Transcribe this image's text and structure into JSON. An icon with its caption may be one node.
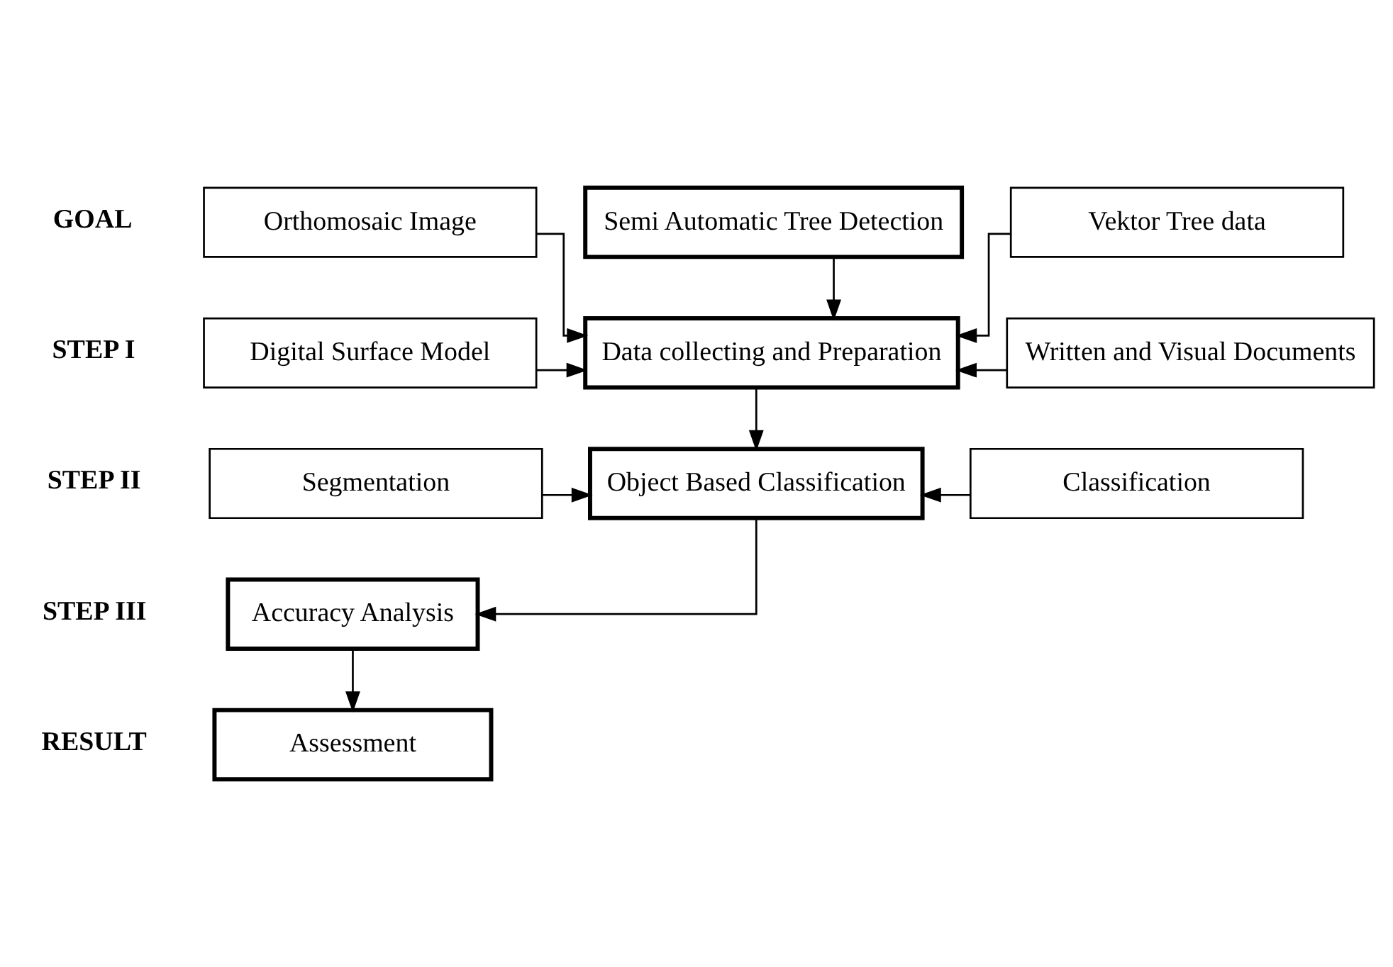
{
  "diagram": {
    "nodes": [
      {
        "text": [
          "Semi Automatic Tree Detection"
        ]
      },
      {
        "text": [
          "Orthomosaic Image"
        ]
      },
      {
        "text": [
          "Digital Surface Model"
        ]
      },
      {
        "text": [
          "Data collecting and Preparation"
        ]
      },
      {
        "text": [
          "Vektor Tree data"
        ]
      },
      {
        "text": [
          "Written and Visual Documents"
        ]
      },
      {
        "text": [
          "Segmentation"
        ]
      },
      {
        "text": [
          "Object Based Classification"
        ]
      },
      {
        "text": [
          "Classification"
        ]
      },
      {
        "text": [
          "Accuracy Analysis"
        ]
      },
      {
        "text": [
          "Assessment"
        ]
      }
    ],
    "edges": [
      {
        "from": 0,
        "to": 3,
        "arrow": "to"
      },
      {
        "from": 1,
        "to": 3,
        "arrow": "to"
      },
      {
        "from": 2,
        "to": 3,
        "arrow": "to"
      },
      {
        "from": 4,
        "to": 3,
        "arrow": "to"
      },
      {
        "from": 5,
        "to": 3,
        "arrow": "to"
      },
      {
        "from": 3,
        "to": 7,
        "arrow": "to"
      },
      {
        "from": 6,
        "to": 7,
        "arrow": "to"
      },
      {
        "from": 8,
        "to": 7,
        "arrow": "to"
      },
      {
        "from": 7,
        "to": 9,
        "arrow": "to"
      },
      {
        "from": 9,
        "to": 10,
        "arrow": "to"
      }
    ],
    "labels": [
      "GOAL",
      "STEP I",
      "STEP II",
      "STEP III",
      "RESULT"
    ]
  }
}
